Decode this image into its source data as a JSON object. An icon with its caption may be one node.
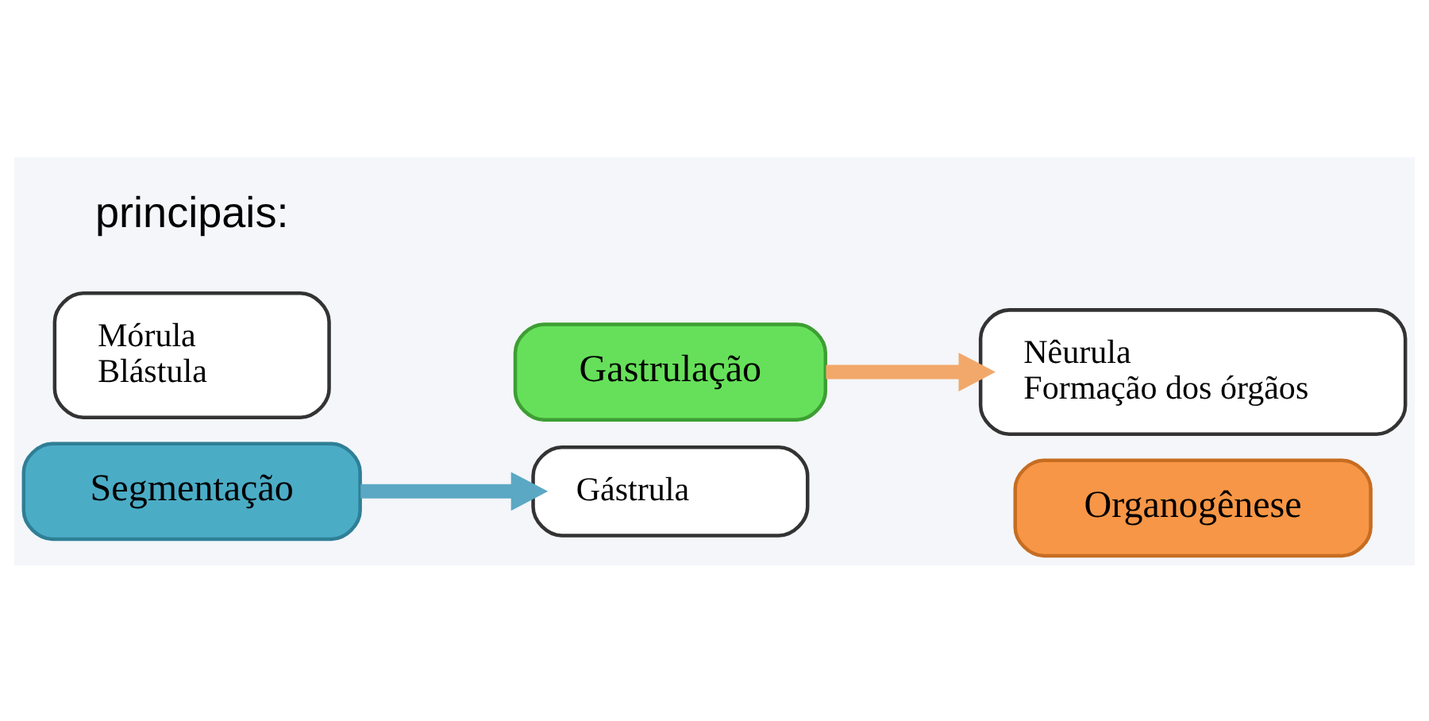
{
  "diagram": {
    "nodes": [
      {
        "text": [
          "Mórula",
          "Blástula"
        ]
      },
      {
        "text": [
          "Segmentação"
        ]
      },
      {
        "text": [
          "Gástrula"
        ]
      },
      {
        "text": [
          "Gastrulação"
        ]
      },
      {
        "text": [
          "Nêurula",
          "Formação dos órgãos"
        ]
      },
      {
        "text": [
          "Organogênese"
        ]
      }
    ],
    "edges": [
      {
        "from": 1,
        "to": 2,
        "arrow": "to",
        "color": "#5ba8c4"
      },
      {
        "from": 3,
        "to": 4,
        "arrow": "to",
        "color": "#f2a86a"
      }
    ],
    "labels": [
      "principais:"
    ]
  }
}
